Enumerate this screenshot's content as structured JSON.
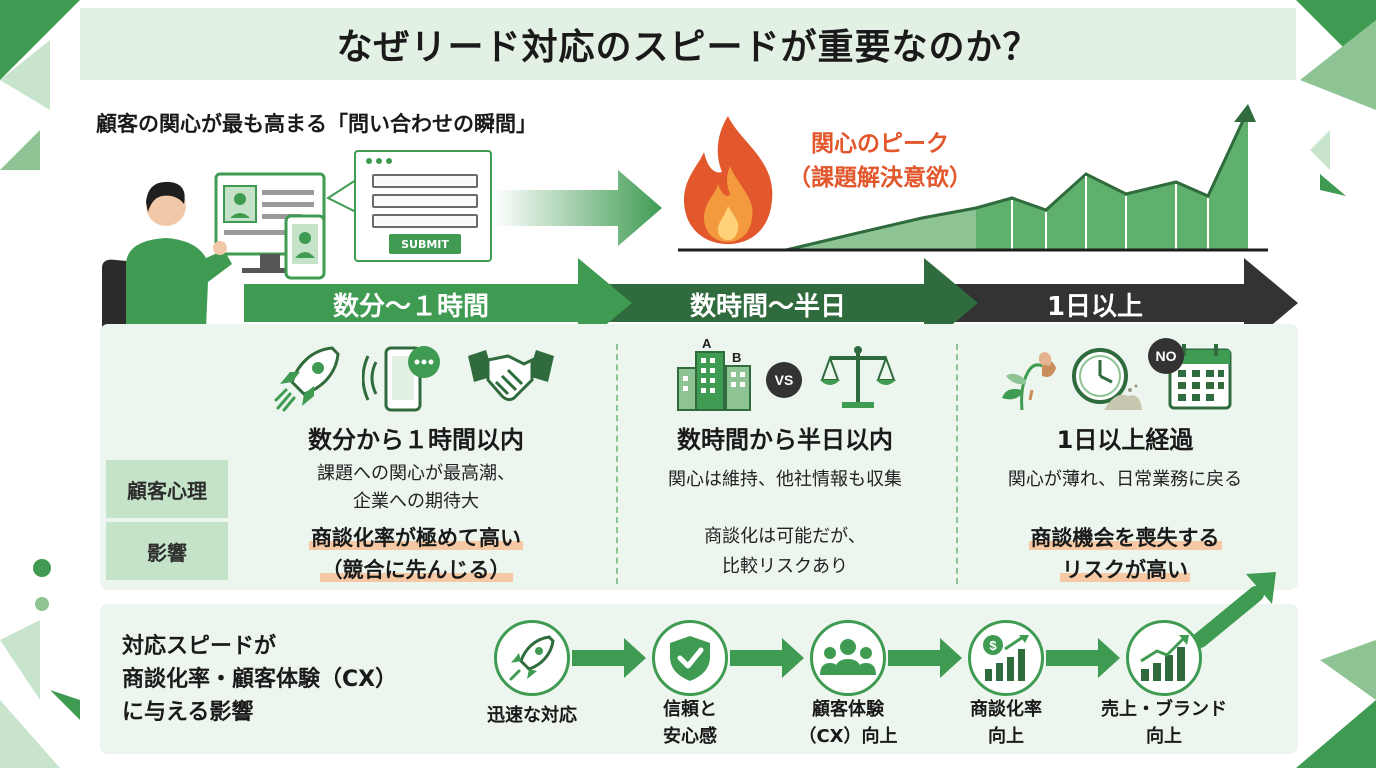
{
  "title": "なぜリード対応のスピードが重要なのか？",
  "peak_subtitle": "顧客の関心が最も高まる「問い合わせの瞬間」",
  "form": {
    "submit_label": "SUBMIT"
  },
  "peak": {
    "label_line1": "関心のピーク",
    "label_line2": "（課題解決意欲）"
  },
  "timeline": [
    "数分〜１時間",
    "数時間〜半日",
    "1日以上"
  ],
  "row_labels": {
    "psychology": "顧客心理",
    "impact": "影響"
  },
  "columns": [
    {
      "heading": "数分から１時間以内",
      "psychology": [
        "課題への関心が最高潮、",
        "企業への期待大"
      ],
      "impact": [
        "商談化率が極めて高い",
        "（競合に先んじる）"
      ],
      "icons": [
        "rocket-icon",
        "smartphone-notification-icon",
        "handshake-icon"
      ]
    },
    {
      "heading": "数時間から半日以内",
      "psychology": [
        "関心は維持、他社情報も収集"
      ],
      "impact": [
        "商談化は可能だが、",
        "比較リスクあり"
      ],
      "icons": [
        "competitor-buildings-icon",
        "vs-icon",
        "scale-icon"
      ],
      "building_letters": [
        "A",
        "B"
      ],
      "vs_text": "VS"
    },
    {
      "heading": "1日以上経過",
      "psychology": [
        "関心が薄れ、日常業務に戻る"
      ],
      "impact": [
        "商談機会を喪失する",
        "リスクが高い"
      ],
      "icons": [
        "wilted-flower-icon",
        "clock-dust-icon",
        "no-calendar-icon"
      ],
      "no_text": "NO"
    }
  ],
  "bottom": {
    "heading": [
      "対応スピードが",
      "商談化率・顧客体験（CX）",
      "に与える影響"
    ],
    "steps": [
      {
        "icon": "rocket-icon",
        "label": [
          "迅速な対応"
        ]
      },
      {
        "icon": "shield-check-icon",
        "label": [
          "信頼と",
          "安心感"
        ]
      },
      {
        "icon": "people-group-icon",
        "label": [
          "顧客体験",
          "（CX）向上"
        ]
      },
      {
        "icon": "growth-chart-icon",
        "label": [
          "商談化率",
          "向上"
        ]
      },
      {
        "icon": "sales-chart-icon",
        "label": [
          "売上・ブランド",
          "向上"
        ]
      }
    ]
  },
  "colors": {
    "primary_green": "#3f9b52",
    "dark_green": "#2f6b3d",
    "dark_gray": "#333333",
    "light_green": "#edf6ee",
    "accent_orange": "#e2572b",
    "highlight": "#f6c9a4"
  }
}
